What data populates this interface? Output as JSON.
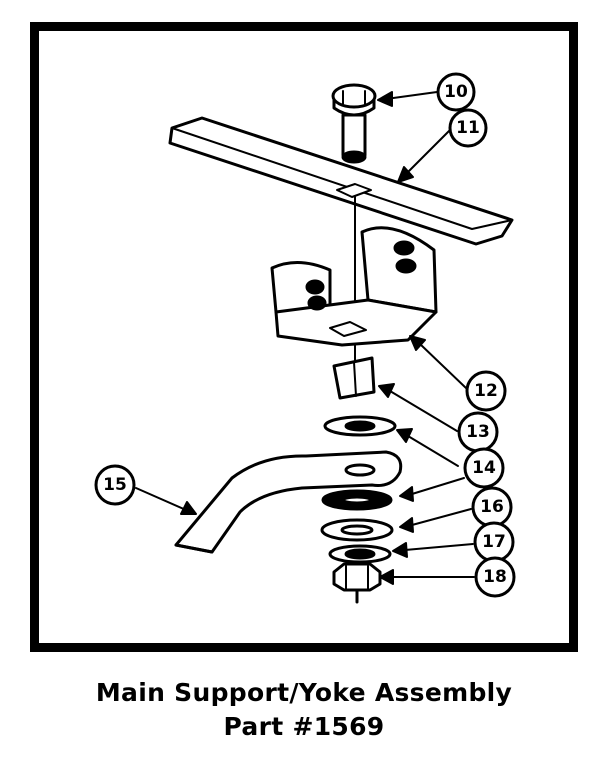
{
  "caption": {
    "title": "Main Support/Yoke Assembly",
    "part": "Part #1569"
  },
  "callouts": [
    "10",
    "11",
    "12",
    "13",
    "14",
    "14",
    "15",
    "16",
    "17",
    "18"
  ],
  "colors": {
    "ink": "#000000",
    "paper": "#ffffff"
  }
}
